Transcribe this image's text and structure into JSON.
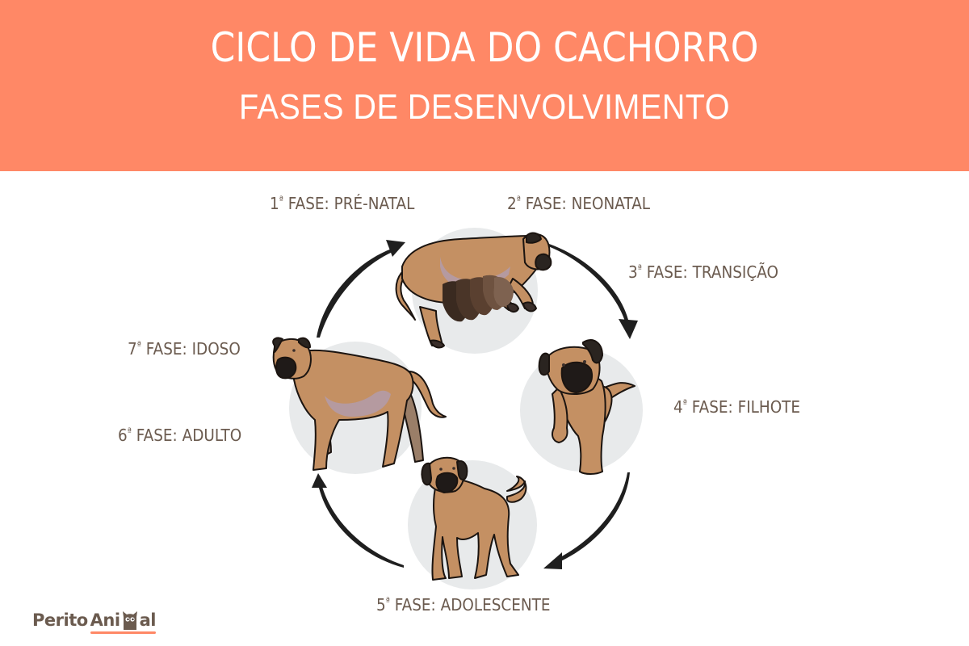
{
  "header": {
    "title": "CICLO DE VIDA DO CACHORRO",
    "subtitle": "FASES DE DESENVOLVIMENTO",
    "background_color": "#ff8866",
    "text_color": "#ffffff"
  },
  "phases": [
    {
      "number": "1",
      "ordinal": "ª",
      "label": "FASE: PRÉ-NATAL"
    },
    {
      "number": "2",
      "ordinal": "ª",
      "label": "FASE: NEONATAL"
    },
    {
      "number": "3",
      "ordinal": "ª",
      "label": "FASE: TRANSIÇÃO"
    },
    {
      "number": "4",
      "ordinal": "ª",
      "label": "FASE: FILHOTE"
    },
    {
      "number": "5",
      "ordinal": "ª",
      "label": "FASE: ADOLESCENTE"
    },
    {
      "number": "6",
      "ordinal": "ª",
      "label": "FASE: ADULTO"
    },
    {
      "number": "7",
      "ordinal": "ª",
      "label": "FASE: IDOSO"
    }
  ],
  "illustrations": [
    {
      "stage": "mother-nursing-puppies",
      "icon": "nursing-dog-icon"
    },
    {
      "stage": "puppy",
      "icon": "puppy-icon"
    },
    {
      "stage": "adolescent",
      "icon": "adolescent-dog-icon"
    },
    {
      "stage": "adult-senior",
      "icon": "adult-dog-icon"
    }
  ],
  "colors": {
    "label_text": "#6b5b4f",
    "dog_fur": "#c49063",
    "dog_mask": "#2a2420",
    "circle_bg": "#e8eaeb",
    "arrow": "#1f1f1f",
    "accent": "#ff8866"
  },
  "logo": {
    "part1": "Perito",
    "part2a": "Ani",
    "part2b": "al"
  }
}
